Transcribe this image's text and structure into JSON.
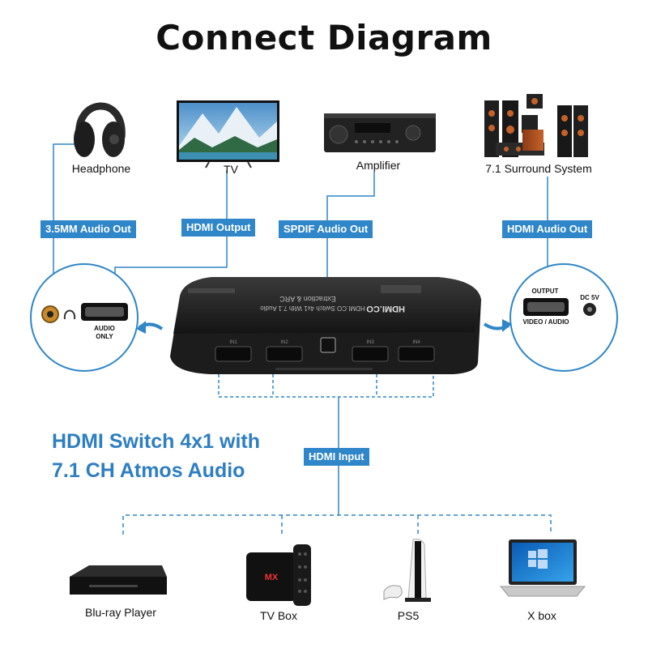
{
  "title": "Connect Diagram",
  "outputs": {
    "headphone": "Headphone",
    "tv": "TV",
    "amplifier": "Amplifier",
    "surround": "7.1 Surround System"
  },
  "badges": {
    "audio_out": "3.5MM Audio Out",
    "hdmi_output": "HDMI Output",
    "spdif": "SPDIF Audio Out",
    "hdmi_audio_out": "HDMI Audio Out",
    "hdmi_input": "HDMI Input"
  },
  "left_port": {
    "audio_only": "AUDIO",
    "only": "ONLY"
  },
  "right_port": {
    "output": "OUTPUT",
    "video_audio": "VIDEO / AUDIO",
    "dc": "DC 5V"
  },
  "device_print": {
    "line1": "HDMI.CO Switch 4x1 With 7.1 Audio",
    "line2": "Extraction & ARC",
    "ports": [
      "IN1",
      "IN2",
      "IN3",
      "IN4"
    ]
  },
  "headline": {
    "line1": "HDMI Switch 4x1 with",
    "line2": "7.1 CH Atmos Audio"
  },
  "inputs": {
    "bluray": "Blu-ray Player",
    "tvbox": "TV Box",
    "ps5": "PS5",
    "xbox": "X box"
  },
  "colors": {
    "accent": "#2f86c8",
    "headline": "#2e7ec2",
    "device": "#1c1c1c"
  }
}
